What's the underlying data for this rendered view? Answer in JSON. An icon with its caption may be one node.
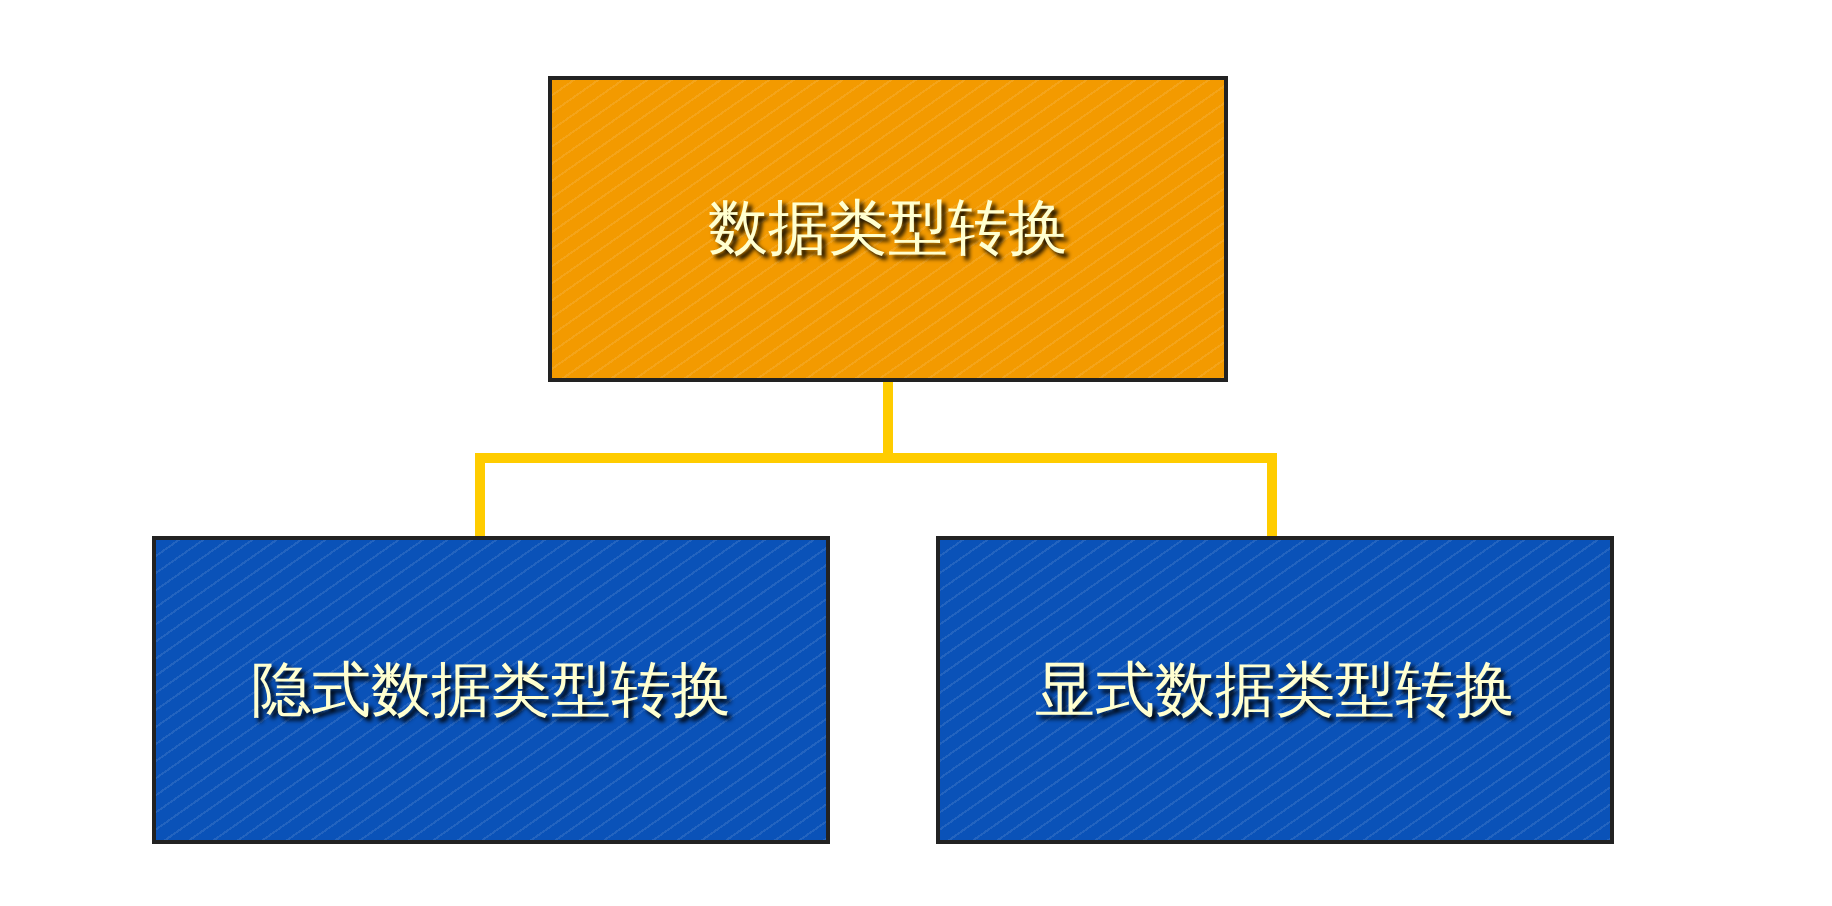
{
  "diagram": {
    "nodes": [
      {
        "text": [
          "数据类型转换"
        ]
      },
      {
        "text": [
          "隐式数据类型转换"
        ]
      },
      {
        "text": [
          "显式数据类型转换"
        ]
      }
    ],
    "edges": [
      {
        "from": 0,
        "to": 1,
        "arrow": "none"
      },
      {
        "from": 0,
        "to": 2,
        "arrow": "none"
      }
    ]
  }
}
